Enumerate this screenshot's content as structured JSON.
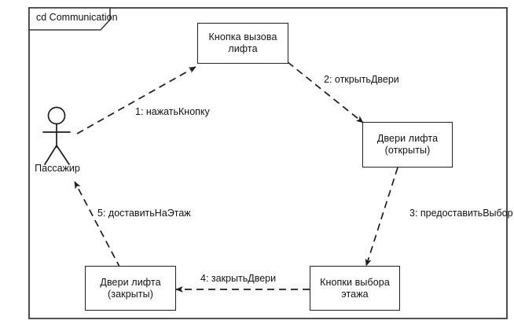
{
  "frame": {
    "title": "cd Communication",
    "border_color": "#3a3a3a"
  },
  "actor": {
    "name": "Пассажир",
    "icon": "stick-figure-actor-icon"
  },
  "nodes": [
    {
      "id": "call-button",
      "label": "Кнопка вызова\nлифта"
    },
    {
      "id": "doors-open",
      "label": "Двери лифта\n(открыты)"
    },
    {
      "id": "floor-buttons",
      "label": "Кнопки выбора\nэтажа"
    },
    {
      "id": "doors-closed",
      "label": "Двери лифта\n(закрыты)"
    }
  ],
  "messages": [
    {
      "seq": "1",
      "label": "1: нажатьКнопку",
      "from": "Пассажир",
      "to": "Кнопка вызова лифта"
    },
    {
      "seq": "2",
      "label": "2: открытьДвери",
      "from": "Кнопка вызова лифта",
      "to": "Двери лифта (открыты)"
    },
    {
      "seq": "3",
      "label": "3: предоставитьВыбор",
      "from": "Двери лифта (открыты)",
      "to": "Кнопки выбора этажа"
    },
    {
      "seq": "4",
      "label": "4: закрытьДвери",
      "from": "Кнопки выбора этажа",
      "to": "Двери лифта (закрыты)"
    },
    {
      "seq": "5",
      "label": "5: доставитьНаЭтаж",
      "from": "Двери лифта (закрыты)",
      "to": "Пассажир"
    }
  ],
  "colors": {
    "line": "#222222",
    "text": "#111111",
    "background": "#ffffff"
  }
}
